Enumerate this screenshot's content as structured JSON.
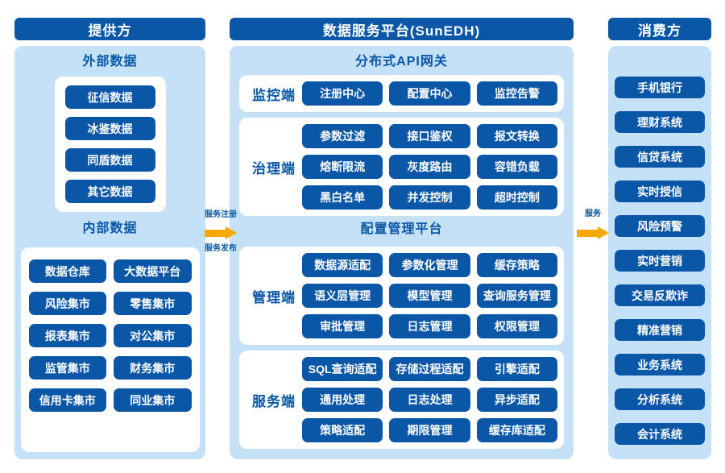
{
  "colors": {
    "dark_blue": "#0A57A7",
    "light_blue": "#C5E1F7",
    "arrow_orange": "#F9A800",
    "box_white": "#FFFFFF"
  },
  "provider": {
    "title": "提供方",
    "external": {
      "title": "外部数据",
      "items": [
        "征信数据",
        "冰鉴数据",
        "同盾数据",
        "其它数据"
      ]
    },
    "internal": {
      "title": "内部数据",
      "items": [
        "数据仓库",
        "大数据平台",
        "风险集市",
        "零售集市",
        "报表集市",
        "对公集市",
        "监管集市",
        "财务集市",
        "信用卡集市",
        "同业集市"
      ]
    }
  },
  "platform": {
    "title": "数据服务平台(SunEDH)",
    "sections": [
      {
        "title": "分布式API网关",
        "groups": [
          {
            "label": "监控端",
            "items": [
              "注册中心",
              "配置中心",
              "监控告警"
            ]
          },
          {
            "label": "治理端",
            "items": [
              "参数过滤",
              "接口鉴权",
              "报文转换",
              "熔断限流",
              "灰度路由",
              "容错负载",
              "黑白名单",
              "并发控制",
              "超时控制"
            ]
          }
        ]
      },
      {
        "title": "配置管理平台",
        "groups": [
          {
            "label": "管理端",
            "items": [
              "数据源适配",
              "参数化管理",
              "缓存策略",
              "语义层管理",
              "模型管理",
              "查询服务管理",
              "审批管理",
              "日志管理",
              "权限管理"
            ]
          },
          {
            "label": "服务端",
            "items": [
              "SQL查询适配",
              "存储过程适配",
              "引擎适配",
              "通用处理",
              "日志处理",
              "异步适配",
              "策略适配",
              "期限管理",
              "缓存库适配"
            ]
          }
        ]
      }
    ]
  },
  "consumer": {
    "title": "消费方",
    "items": [
      "手机银行",
      "理财系统",
      "信贷系统",
      "实时授信",
      "风险预警",
      "实时营销",
      "交易反欺诈",
      "精准营销",
      "业务系统",
      "分析系统",
      "会计系统"
    ]
  },
  "arrows": {
    "left": {
      "top_label": "服务注册",
      "bottom_label": "服务发布"
    },
    "right": {
      "top_label": "服务"
    }
  }
}
